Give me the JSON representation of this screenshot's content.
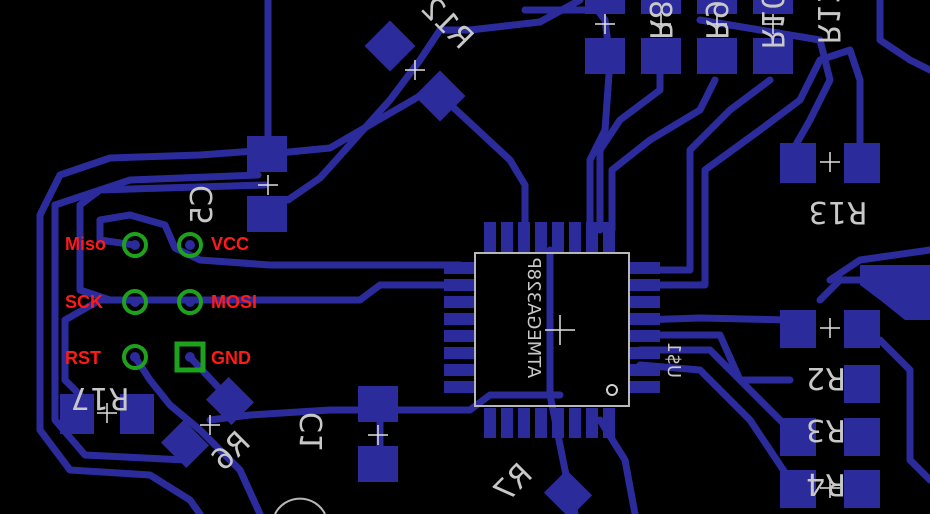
{
  "header_pins": {
    "miso": "Miso",
    "vcc": "VCC",
    "sck": "SCK",
    "mosi": "MOSI",
    "rst": "RST",
    "gnd": "GND"
  },
  "chip": {
    "part": "ATMEGA328P",
    "designator": "U$1"
  },
  "components": {
    "c5": "C5",
    "c1": "C1",
    "r12": "R12",
    "r13": "R13",
    "r17": "R17",
    "r6": "R6",
    "r7": "R7",
    "r2": "R2",
    "r3": "R3",
    "r4": "R4",
    "r8": "R8",
    "r9": "R9",
    "r10": "R10",
    "r11": "R11"
  },
  "colors": {
    "background": "#000000",
    "copper": "#2b2b9c",
    "silkscreen": "#c8c8c8",
    "pin_label": "#ff1a1a",
    "pad_ring": "#1ea21e"
  }
}
